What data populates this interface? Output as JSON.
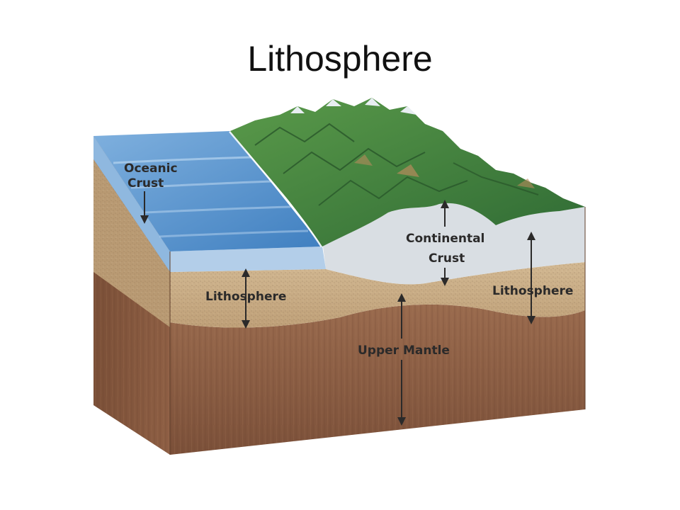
{
  "title": "Lithosphere",
  "labels": {
    "oceanic_crust_line1": "Oceanic",
    "oceanic_crust_line2": "Crust",
    "continental_crust_line1": "Continental",
    "continental_crust_line2": "Crust",
    "lithosphere_left": "Lithosphere",
    "lithosphere_right": "Lithosphere",
    "upper_mantle": "Upper Mantle"
  },
  "colors": {
    "ocean": "#5b93cc",
    "ocean_front": "#a9c8e6",
    "sediment": "#c9ae86",
    "lithosphere_layer": "#b8926a",
    "mantle": "#8b5e44",
    "continental_crust": "#d8dde2",
    "mountains": "#3d7a3a"
  }
}
